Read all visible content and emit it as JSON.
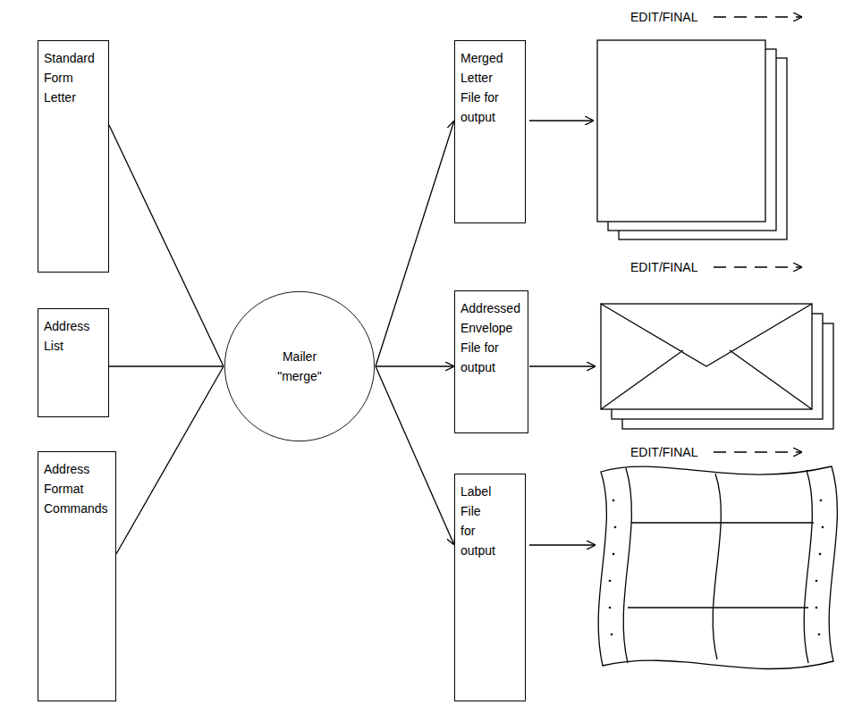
{
  "diagram": {
    "nodes": [
      {
        "text": [
          "Standard Form Letter"
        ]
      },
      {
        "text": [
          "Address List"
        ]
      },
      {
        "text": [
          "Address Format Commands"
        ]
      },
      {
        "text": [
          "Mailer \"merge\""
        ]
      },
      {
        "text": [
          "Merged Letter File for output"
        ]
      },
      {
        "text": [
          "Addressed Envelope File for output"
        ]
      },
      {
        "text": [
          "Label File for output"
        ]
      }
    ],
    "edges": [
      {
        "from": 0,
        "to": 3,
        "arrow": "none"
      },
      {
        "from": 1,
        "to": 3,
        "arrow": "none"
      },
      {
        "from": 2,
        "to": 3,
        "arrow": "none"
      },
      {
        "from": 3,
        "to": 4,
        "arrow": "to"
      },
      {
        "from": 3,
        "to": 5,
        "arrow": "to"
      },
      {
        "from": 3,
        "to": 6,
        "arrow": "to"
      }
    ],
    "labels": [
      "EDIT/FINAL",
      "EDIT/FINAL",
      "EDIT/FINAL"
    ]
  }
}
